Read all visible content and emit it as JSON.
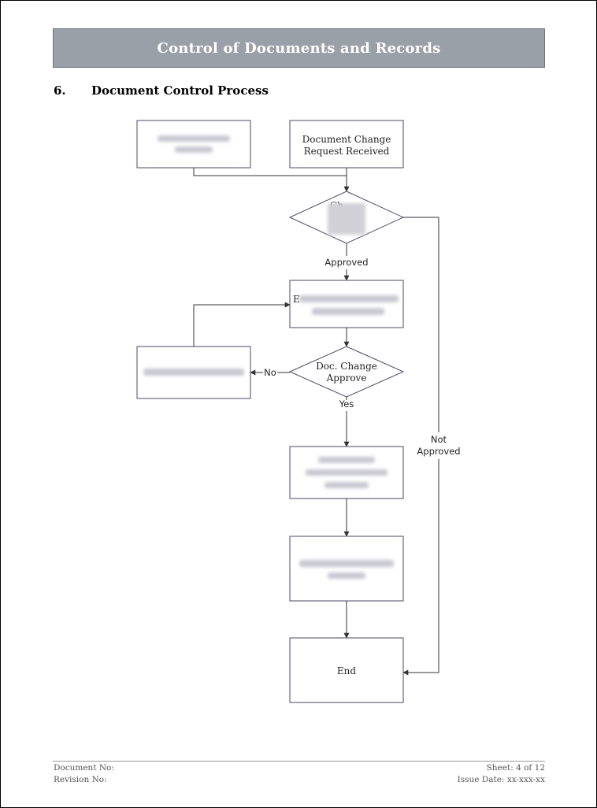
{
  "header": {
    "title": "Control of Documents and Records"
  },
  "section": {
    "number": "6.",
    "title": "Document Control Process"
  },
  "flowchart": {
    "box_doc_change_request": [
      "Document Change",
      "Request Received"
    ],
    "box_end": "End",
    "decision_doc_change": [
      "Doc. Change",
      "Approve"
    ],
    "labels": {
      "approved": "Approved",
      "no": "No",
      "yes": "Yes",
      "not_approved": [
        "Not",
        "Approved"
      ]
    },
    "obscured_fragments": {
      "change_review": "Ch",
      "execution": "E"
    }
  },
  "footer": {
    "document_no": "Document No:",
    "revision_no": "Revision No:",
    "sheet": "Sheet: 4 of 12",
    "issue_date": "Issue Date: xx-xxx-xx"
  },
  "colors": {
    "header_bg": "#9aa0a8",
    "box_stroke": "#4a4a6a",
    "line": "#333333"
  }
}
